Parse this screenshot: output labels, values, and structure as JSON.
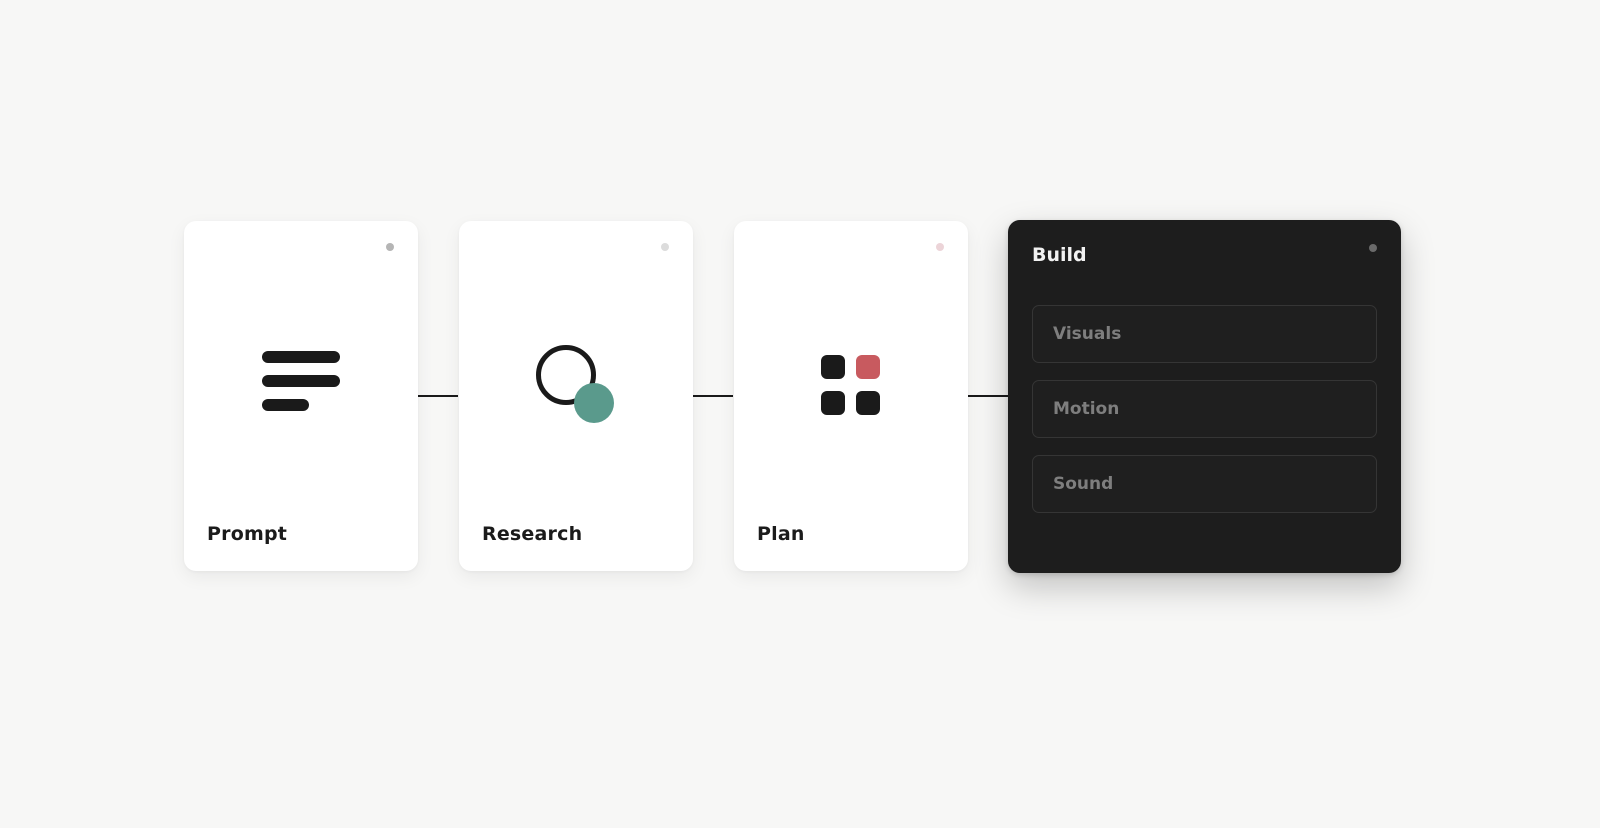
{
  "colors": {
    "background": "#f7f7f6",
    "ink": "#1a1a1a",
    "teal_accent": "#5a9a8c",
    "red_accent": "#c85a5f",
    "dot_grey": "#b5b5b5",
    "dot_light": "#dcdcdc",
    "dot_pink": "#ecd4d8",
    "dot_dark_card": "#6a6a6a"
  },
  "steps": [
    {
      "label": "Prompt",
      "icon": "text-lines-icon"
    },
    {
      "label": "Research",
      "icon": "search-circle-icon"
    },
    {
      "label": "Plan",
      "icon": "grid-icon"
    }
  ],
  "build": {
    "title": "Build",
    "options": [
      "Visuals",
      "Motion",
      "Sound"
    ]
  }
}
